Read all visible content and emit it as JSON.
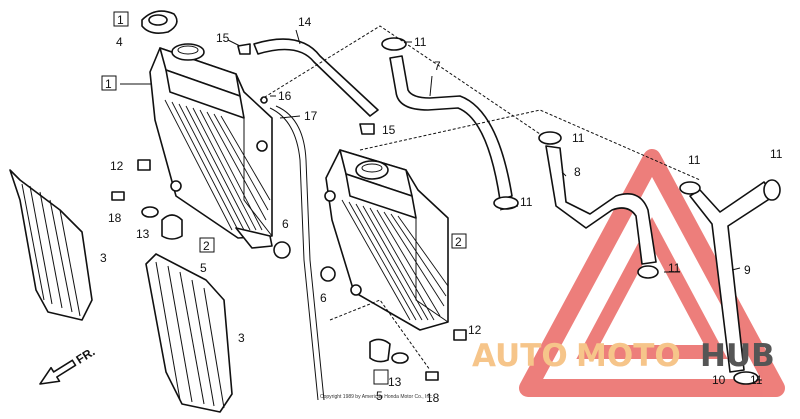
{
  "callouts": {
    "c1a": "1",
    "c1b": "1",
    "c2": "2",
    "c2b": "2",
    "c3a": "3",
    "c3b": "3",
    "c4": "4",
    "c5a": "5",
    "c5b": "5",
    "c6a": "6",
    "c6b": "6",
    "c7": "7",
    "c8": "8",
    "c9": "9",
    "c10": "10",
    "c11a": "11",
    "c11b": "11",
    "c11c": "11",
    "c11d": "11",
    "c11e": "11",
    "c11f": "11",
    "c11g": "11",
    "c12a": "12",
    "c12b": "12",
    "c13a": "13",
    "c13b": "13",
    "c14": "14",
    "c15a": "15",
    "c15b": "15",
    "c16": "16",
    "c17": "17",
    "c18a": "18",
    "c18b": "18"
  },
  "front_arrow": "FR.",
  "copyright": "Copyright 1989 by American Honda Motor Co., Inc.",
  "watermark": {
    "brand_part1": "AUTO",
    "brand_part2": "MOTO",
    "brand_part3": "HUB",
    "color_light": "#f6c58a",
    "color_red": "#e8544f",
    "color_dark": "#555555"
  }
}
